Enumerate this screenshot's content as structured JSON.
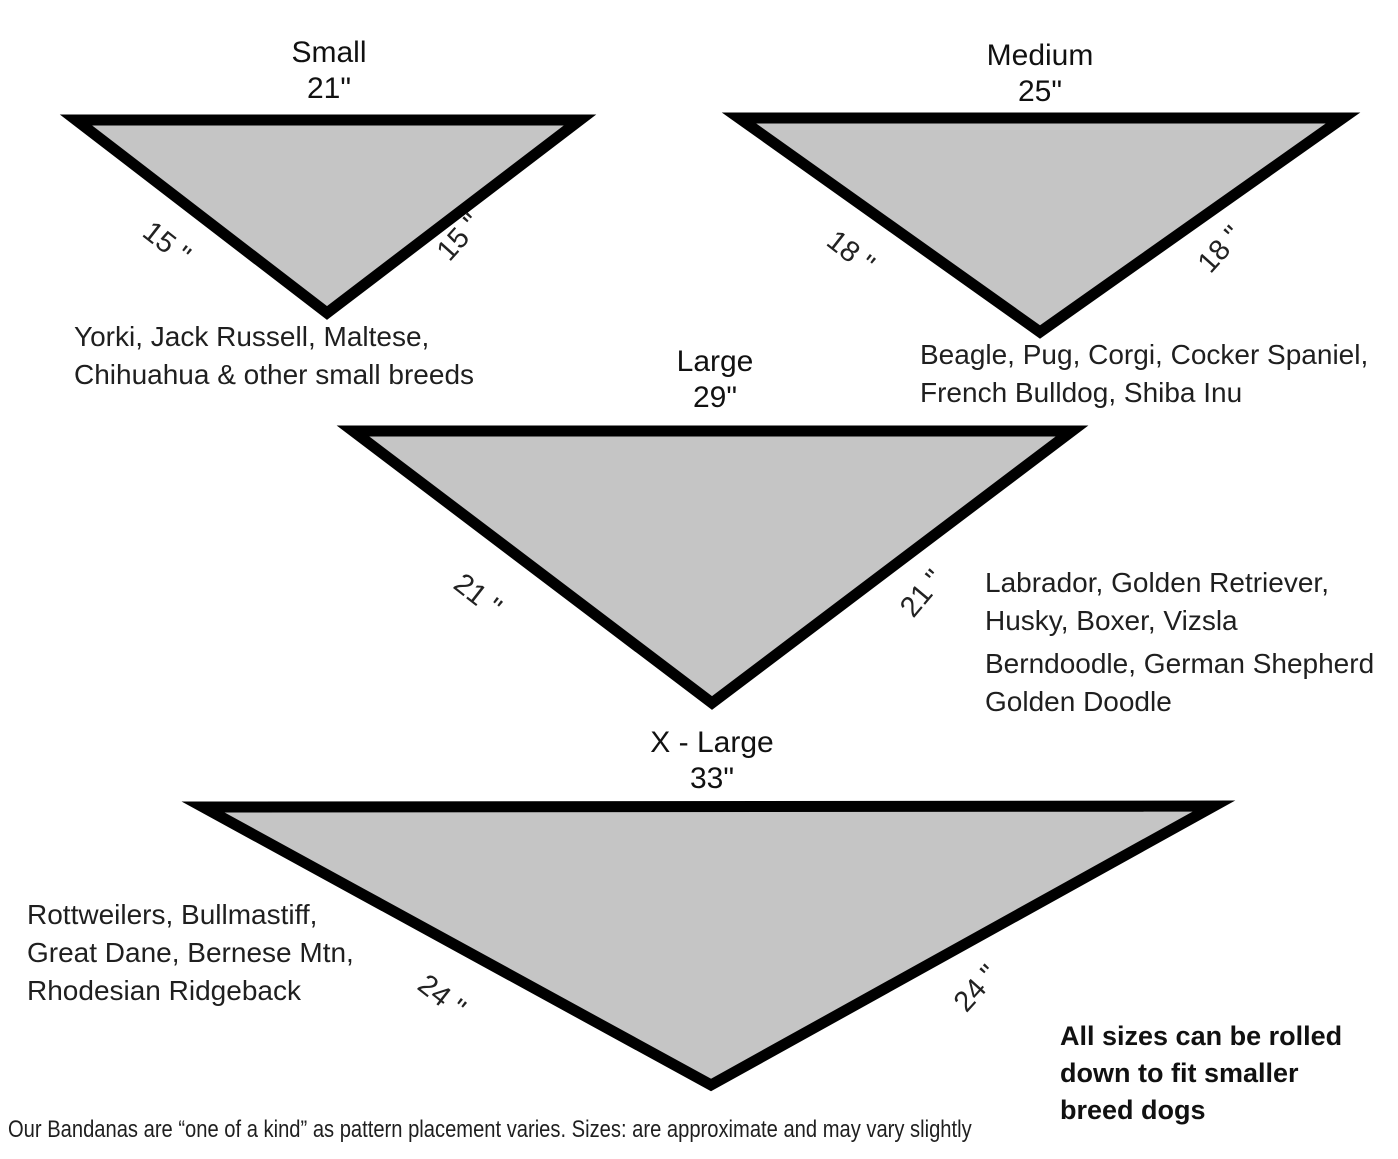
{
  "colors": {
    "background": "#ffffff",
    "triangle_fill": "#c5c5c5",
    "triangle_stroke": "#000000",
    "text": "#1a1a1a"
  },
  "sizes": {
    "small": {
      "label": "Small",
      "top_edge": "21\"",
      "left_side": "15 \"",
      "right_side": "15 \"",
      "breeds": [
        "Yorki, Jack Russell, Maltese,",
        "Chihuahua & other small breeds"
      ]
    },
    "medium": {
      "label": "Medium",
      "top_edge": "25\"",
      "left_side": "18 \"",
      "right_side": "18 \"",
      "breeds": [
        "Beagle, Pug, Corgi, Cocker Spaniel,",
        "French Bulldog, Shiba Inu"
      ]
    },
    "large": {
      "label": "Large",
      "top_edge": "29\"",
      "left_side": "21 \"",
      "right_side": "21 \"",
      "breeds": [
        "Labrador, Golden Retriever,",
        "Husky, Boxer, Vizsla",
        "Berndoodle, German Shepherd",
        "Golden Doodle"
      ]
    },
    "xlarge": {
      "label": "X - Large",
      "top_edge": "33\"",
      "left_side": "24 \"",
      "right_side": "24 \"",
      "breeds": [
        "Rottweilers, Bullmastiff,",
        "Great Dane, Bernese Mtn,",
        "Rhodesian Ridgeback"
      ]
    }
  },
  "note": {
    "line1": "All sizes can be rolled",
    "line2": "down to fit smaller",
    "line3": "breed dogs"
  },
  "footer": "Our Bandanas are “one of a kind” as pattern placement varies. Sizes: are approximate and may vary slightly"
}
